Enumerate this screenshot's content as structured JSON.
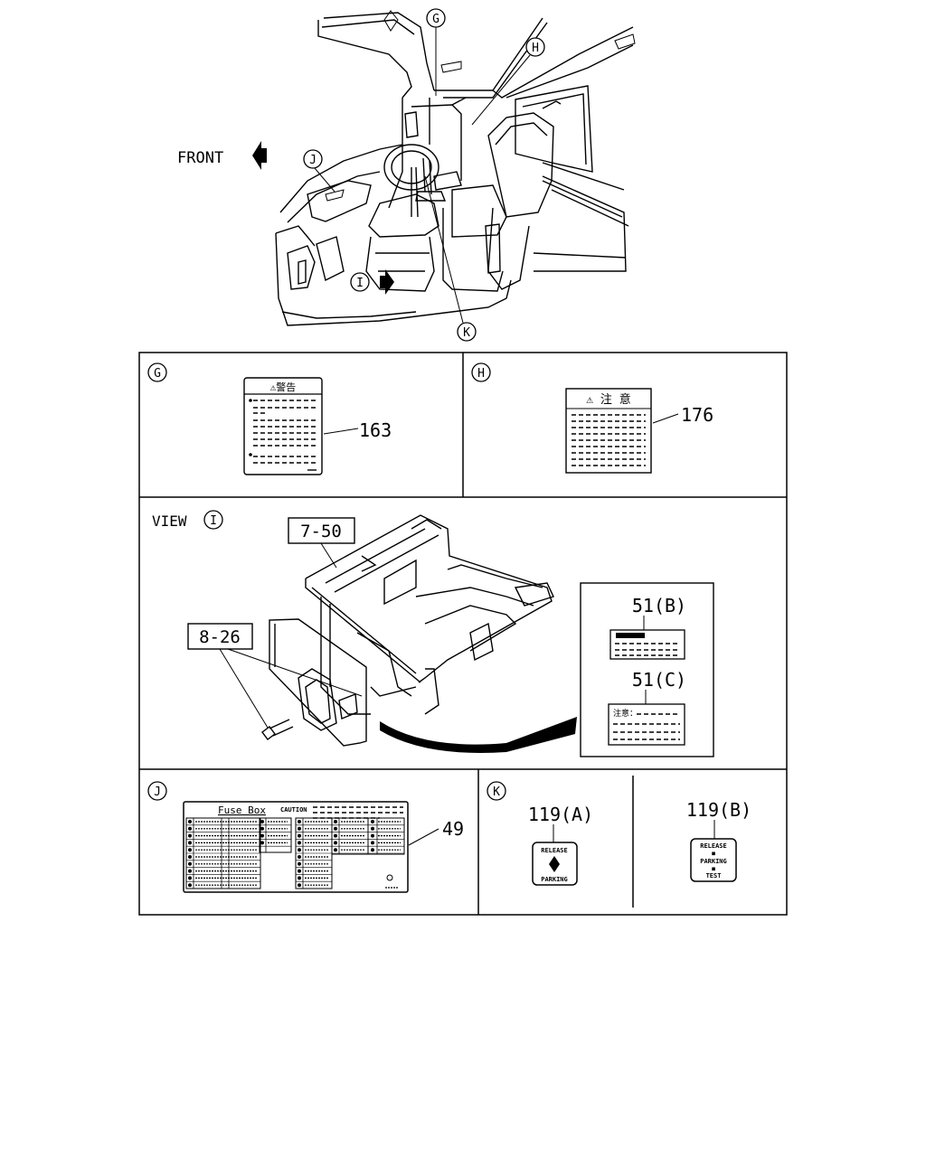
{
  "overview": {
    "front_label": "FRONT",
    "callouts": [
      "G",
      "H",
      "J",
      "I",
      "K"
    ]
  },
  "section_g": {
    "letter": "G",
    "label_header": "⚠警告",
    "part_number": "163"
  },
  "section_h": {
    "letter": "H",
    "label_header": "⚠ 注 意",
    "part_number": "176"
  },
  "section_i": {
    "view_text": "VIEW",
    "letter": "I",
    "ref_upper": "7-50",
    "ref_lower": "8-26",
    "part_b": "51(B)",
    "part_c": "51(C)",
    "label_c_text": "注意："
  },
  "section_j": {
    "letter": "J",
    "fuse_title": "Fuse Box",
    "caution_text": "CAUTION",
    "part_number": "49"
  },
  "section_k": {
    "letter": "K",
    "part_a": "119(A)",
    "part_b": "119(B)",
    "label_a_top": "RELEASE",
    "label_a_bottom": "PARKING",
    "label_b_line1": "RELEASE",
    "label_b_line2": "PARKING",
    "label_b_line3": "TEST"
  }
}
